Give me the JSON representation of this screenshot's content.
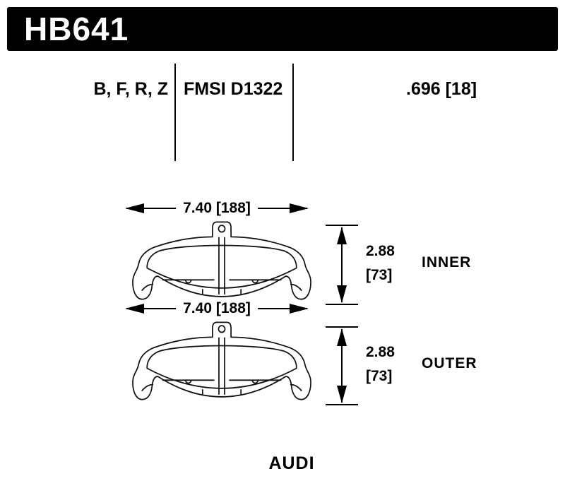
{
  "header": {
    "part_number": "HB641"
  },
  "spec_row": {
    "compounds": "B, F, R, Z",
    "fmsi": "FMSI D1322",
    "pad_thickness": ".696 [18]"
  },
  "diagram": {
    "inner": {
      "width_dim": "7.40 [188]",
      "thickness_in": "2.88",
      "thickness_mm": "[73]",
      "label": "INNER"
    },
    "outer": {
      "width_dim": "7.40 [188]",
      "thickness_in": "2.88",
      "thickness_mm": "[73]",
      "label": "OUTER"
    }
  },
  "footer": {
    "vehicle": "AUDI"
  },
  "colors": {
    "bar": "#000000",
    "line": "#000000",
    "background": "#ffffff"
  }
}
